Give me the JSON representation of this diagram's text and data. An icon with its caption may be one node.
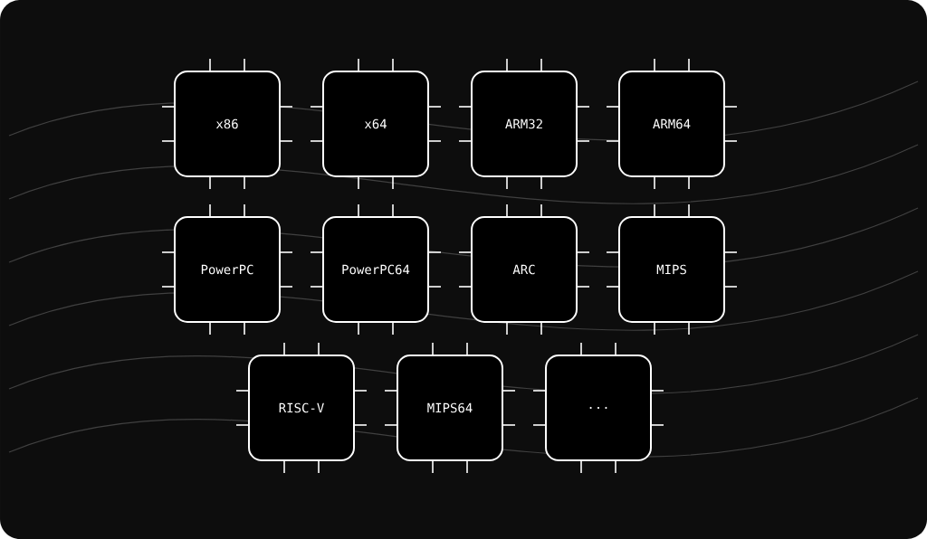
{
  "diagram": {
    "nodes": [
      {
        "text": [
          "x86"
        ]
      },
      {
        "text": [
          "x64"
        ]
      },
      {
        "text": [
          "ARM32"
        ]
      },
      {
        "text": [
          "ARM64"
        ]
      },
      {
        "text": [
          "PowerPC"
        ]
      },
      {
        "text": [
          "PowerPC64"
        ]
      },
      {
        "text": [
          "ARC"
        ]
      },
      {
        "text": [
          "MIPS"
        ]
      },
      {
        "text": [
          "RISC-V"
        ]
      },
      {
        "text": [
          "MIPS64"
        ]
      },
      {
        "text": [
          "..."
        ]
      }
    ]
  }
}
